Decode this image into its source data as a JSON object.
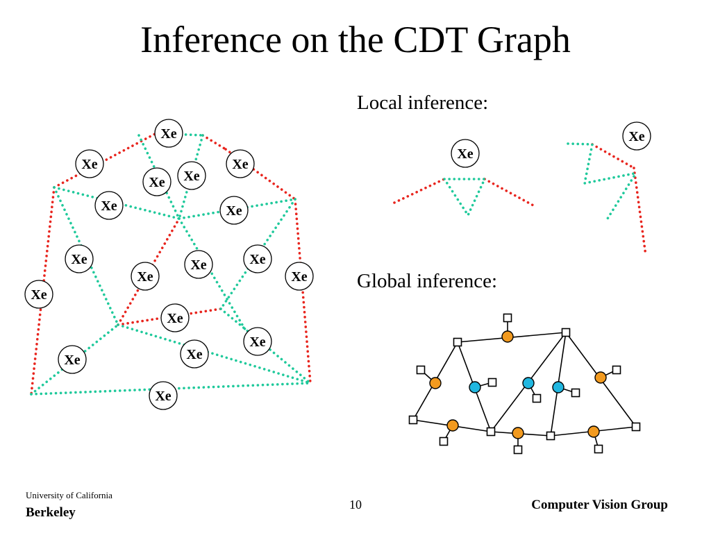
{
  "slide": {
    "title": "Inference on the CDT Graph",
    "local_label": "Local inference:",
    "global_label": "Global inference:",
    "node_label": "Xe"
  },
  "footer": {
    "university": "University of California",
    "campus": "Berkeley",
    "page_number": "10",
    "group": "Computer Vision Group"
  },
  "colors": {
    "red_edge": "#e8251e",
    "teal_edge": "#1fc99b",
    "orange_node": "#f29a1f",
    "blue_node": "#21b7e0",
    "ink": "#000000"
  }
}
